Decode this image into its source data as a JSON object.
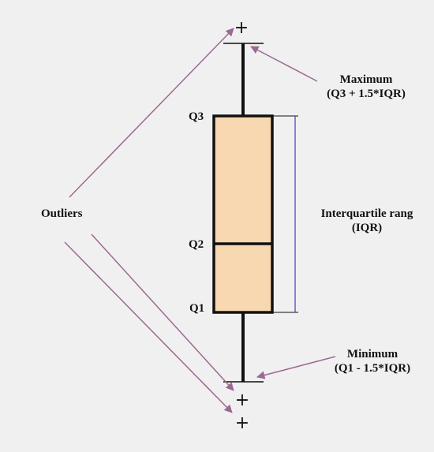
{
  "labels": {
    "q3": "Q3",
    "q2": "Q2",
    "q1": "Q1",
    "outliers": "Outliers",
    "maximum_title": "Maximum",
    "maximum_formula": "(Q3 + 1.5*IQR)",
    "iqr_title": "Interquartile rang",
    "iqr_abbr": "(IQR)",
    "minimum_title": "Minimum",
    "minimum_formula": "(Q1 - 1.5*IQR)"
  },
  "markers": {
    "outlier_symbol": "+"
  },
  "colors": {
    "background": "#f1f0f1",
    "box_fill": "#f8d8b0",
    "box_stroke": "#111111",
    "iqr_bracket": "#3b3fb5",
    "arrow": "#9a6a92"
  }
}
